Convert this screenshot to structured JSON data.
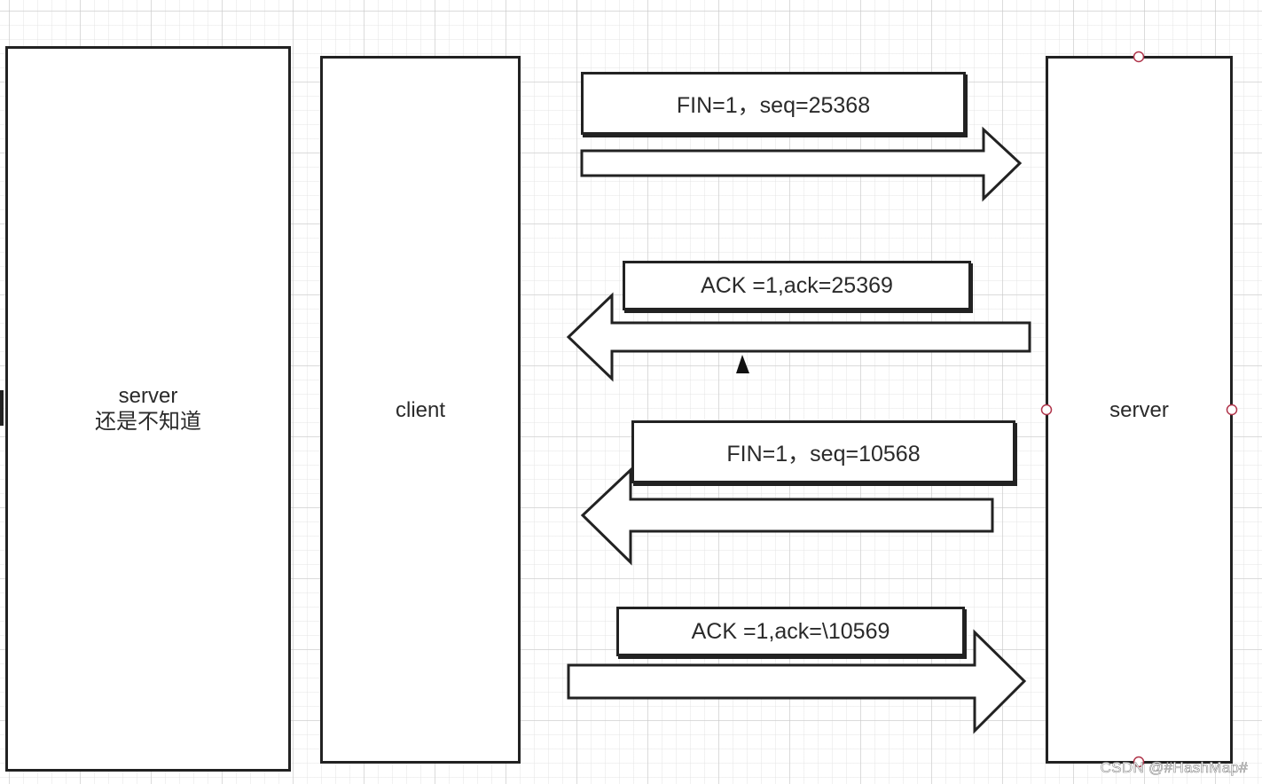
{
  "lifelines": {
    "left_server": {
      "label_line1": "server",
      "label_line2": "还是不知道"
    },
    "client": {
      "label": "client"
    },
    "right_server": {
      "label": "server"
    }
  },
  "messages": [
    {
      "label": "FIN=1，seq=25368",
      "direction": "right"
    },
    {
      "label": "ACK =1,ack=25369",
      "direction": "left"
    },
    {
      "label": "FIN=1，seq=10568",
      "direction": "left"
    },
    {
      "label": "ACK =1,ack=\\10569",
      "direction": "right"
    }
  ],
  "watermark": "CSDN @#HashMap#",
  "colors": {
    "stroke": "#222222",
    "background": "#ffffff",
    "grid": "#c8c8c8"
  }
}
